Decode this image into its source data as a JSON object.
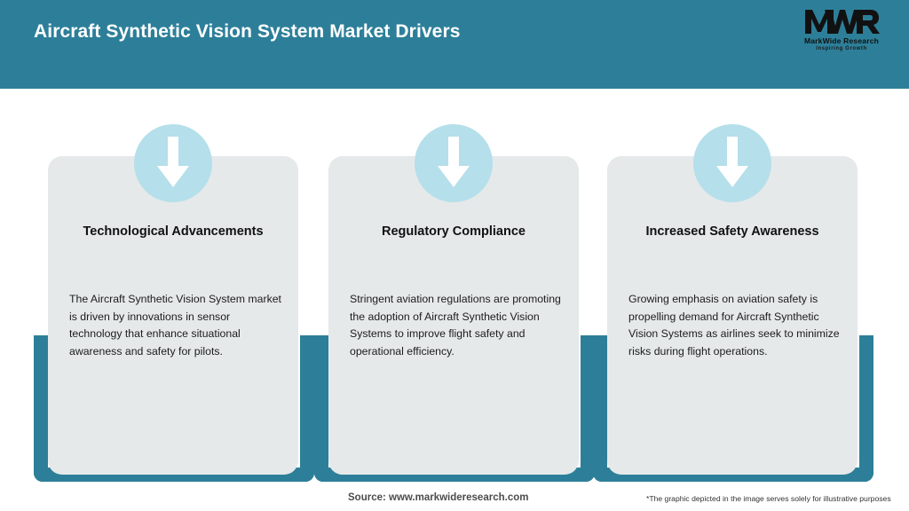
{
  "header": {
    "title": "Aircraft Synthetic Vision System Market Drivers",
    "background_color": "#2d7f99",
    "title_color": "#ffffff"
  },
  "logo": {
    "mark": "MWR",
    "name": "MarkWide Research",
    "tagline": "Inspiring Growth"
  },
  "theme": {
    "teal": "#2d7f99",
    "light_blue": "#b5dfea",
    "card_background": "#e5e9ea",
    "page_background": "#ffffff"
  },
  "cards": [
    {
      "icon": "arrow-down-icon",
      "title": "Technological Advancements",
      "body": "The Aircraft Synthetic Vision System market is driven by innovations in sensor technology that enhance situational awareness and safety for pilots."
    },
    {
      "icon": "arrow-down-icon",
      "title": "Regulatory Compliance",
      "body": "Stringent aviation regulations are promoting the adoption of Aircraft Synthetic Vision Systems to improve flight safety and operational efficiency."
    },
    {
      "icon": "arrow-down-icon",
      "title": "Increased Safety Awareness",
      "body": "Growing emphasis on aviation safety is propelling demand for Aircraft Synthetic Vision Systems as airlines seek to minimize risks during flight operations."
    }
  ],
  "footer": {
    "source": "Source: www.markwideresearch.com",
    "disclaimer": "*The graphic depicted in the image serves solely for illustrative purposes"
  }
}
